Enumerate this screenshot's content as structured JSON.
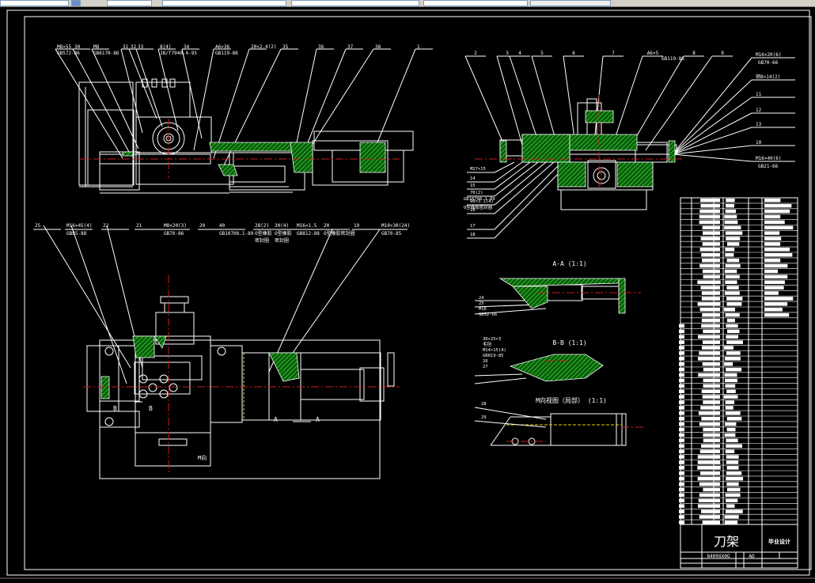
{
  "app": {
    "title": "CAD drawing viewer"
  },
  "toolbar": {
    "fields": [
      "",
      "",
      "",
      "",
      ""
    ]
  },
  "drawing": {
    "title_block": {
      "title": "刀架",
      "drawing_no": "8400XX0G",
      "scale_label": "AD",
      "note": "毕业设计"
    },
    "top_left_view": {
      "labels": [
        {
          "text": "M8×55",
          "sub": "GB572-86"
        },
        {
          "text": "30"
        },
        {
          "text": "M8",
          "sub": "GB6170-86"
        },
        {
          "text": "31"
        },
        {
          "text": "32"
        },
        {
          "text": "33"
        },
        {
          "text": "8(4)",
          "sub": "JB/T7940.4-95"
        },
        {
          "text": "34"
        },
        {
          "text": "A6×36",
          "sub": "GB119-86"
        },
        {
          "text": "20×2.4(2)"
        },
        {
          "text": "35"
        },
        {
          "text": "36"
        },
        {
          "text": "37"
        },
        {
          "text": "38"
        },
        {
          "text": "1"
        }
      ],
      "bottom_labels": [
        {
          "text": "25"
        },
        {
          "text": "M16×45(4)",
          "sub": "GB85-88"
        },
        {
          "text": "22"
        },
        {
          "text": "21"
        },
        {
          "text": "M8×20(3)",
          "sub": "GB70-86"
        },
        {
          "text": "20"
        },
        {
          "text": "40",
          "sub": "GB10708.1-89"
        },
        {
          "text": "28(2)",
          "sub": "O型橡胶",
          "sub2": "密封圈"
        },
        {
          "text": "30(4)",
          "sub": "O型橡胶",
          "sub2": "密封圈"
        },
        {
          "text": "M16×1.5",
          "sub": "GB812-88"
        },
        {
          "text": "20",
          "sub": "O型橡胶密封圈"
        },
        {
          "text": "19"
        },
        {
          "text": "M10×30(24)",
          "sub": "GB70-85"
        }
      ]
    },
    "top_right_view": {
      "labels_top": [
        "2",
        "3",
        "4",
        "5",
        "6",
        "7",
        "A6×5",
        "8",
        "9"
      ],
      "label_a6_sub": "GB119-86",
      "labels_right": [
        {
          "text": "M16×20(6)",
          "sub": "GB70-66"
        },
        {
          "text": "销8×14(2)"
        },
        {
          "text": "11"
        },
        {
          "text": "12"
        },
        {
          "text": "13"
        },
        {
          "text": "10"
        },
        {
          "text": "M16×40(6)",
          "sub": "GB21-66"
        }
      ],
      "labels_left": [
        {
          "text": "M27×15"
        },
        {
          "text": "14"
        },
        {
          "text": "15"
        },
        {
          "text": "70(2)",
          "sub": "GB10708.1-89"
        },
        {
          "text": "90×3.1(4)",
          "sub": "O型橡胶密封圈"
        },
        {
          "text": "16"
        },
        {
          "text": "17"
        },
        {
          "text": "18"
        }
      ]
    },
    "section_aa": {
      "title": "A-A (1:1)",
      "labels": [
        "24",
        "25",
        "M16",
        "GB52-66"
      ]
    },
    "section_bb": {
      "title": "B-B (1:1)",
      "labels": [
        "30×25×3",
        "毛毡",
        "M14×15(4)",
        "GB819-85",
        "26",
        "27"
      ]
    },
    "view_m": {
      "title": "M向视图（局部） (1:1)",
      "labels": [
        "28",
        "29"
      ]
    },
    "main_view_markers": {
      "b_left": "B",
      "b_right": "B",
      "a_left": "A",
      "a_right": "A",
      "m_dir": "M向"
    }
  }
}
